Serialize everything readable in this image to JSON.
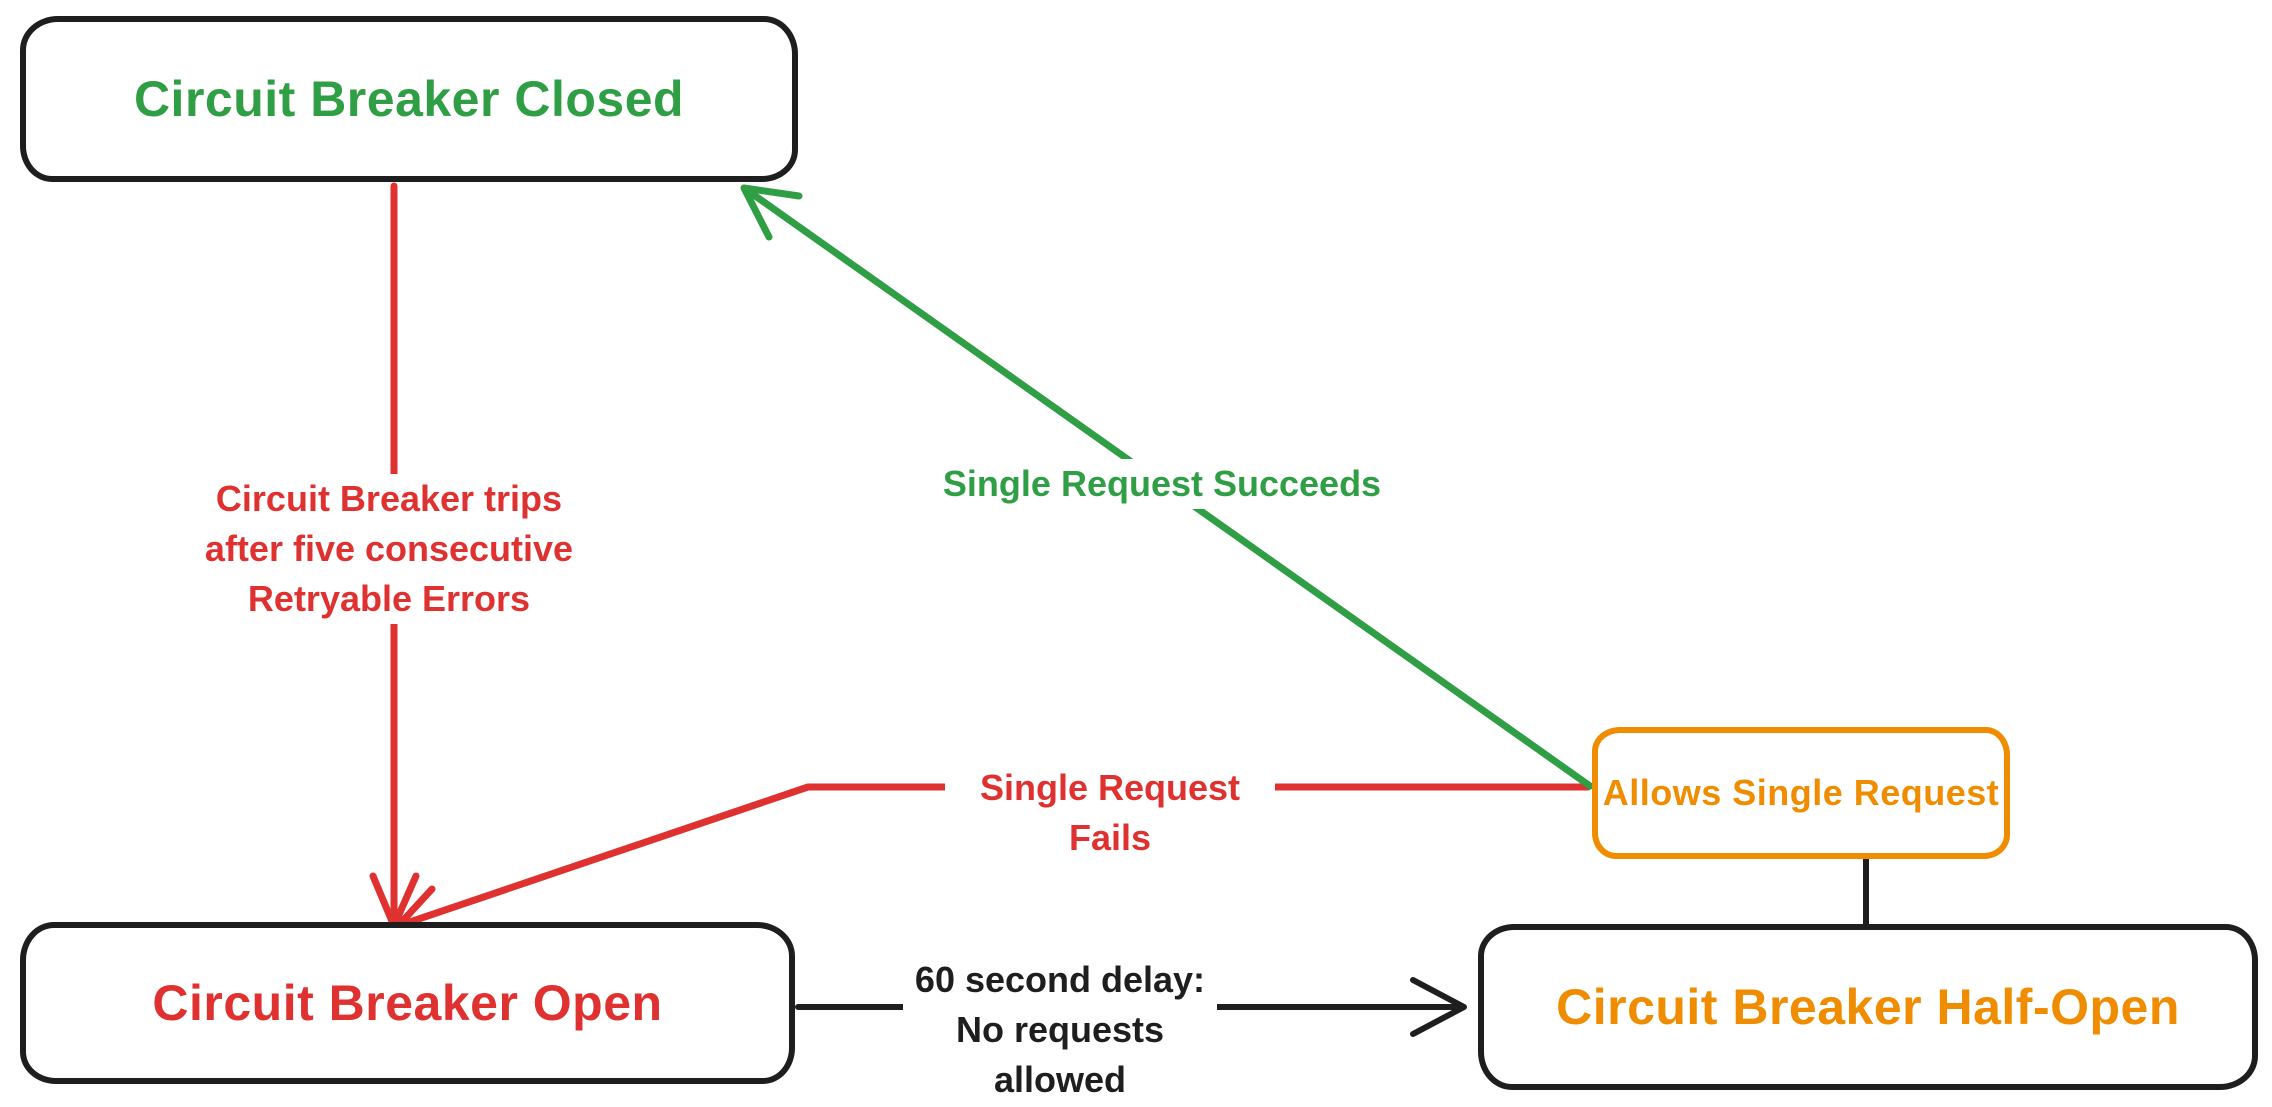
{
  "canvas": {
    "background": "#ffffff",
    "ink_color": "#1e1e1e"
  },
  "nodes": {
    "closed": {
      "label": "Circuit Breaker Closed",
      "text_color": "#2f9e44",
      "border_color": "#1e1e1e"
    },
    "open": {
      "label": "Circuit Breaker Open",
      "text_color": "#e03131",
      "border_color": "#1e1e1e"
    },
    "half_open": {
      "label": "Circuit Breaker Half-Open",
      "text_color": "#f08c00",
      "border_color": "#1e1e1e"
    },
    "allows_single_request": {
      "label": "Allows Single Request",
      "text_color": "#f08c00",
      "border_color": "#f08c00"
    }
  },
  "edges": {
    "trip": {
      "from": "closed",
      "to": "open",
      "color": "#e03131",
      "label_lines": [
        "Circuit Breaker trips",
        "after five consecutive",
        "Retryable Errors"
      ]
    },
    "single_request_succeeds": {
      "from": "allows_single_request",
      "to": "closed",
      "color": "#2f9e44",
      "label": "Single Request Succeeds"
    },
    "single_request_fails": {
      "from": "allows_single_request",
      "to": "open",
      "color": "#e03131",
      "label": "Single Request Fails"
    },
    "delay": {
      "from": "open",
      "to": "half_open",
      "color": "#1e1e1e",
      "label_lines": [
        "60 second delay:",
        "No requests allowed"
      ]
    },
    "half_open_connector": {
      "from": "allows_single_request",
      "to": "half_open",
      "color": "#1e1e1e"
    }
  }
}
